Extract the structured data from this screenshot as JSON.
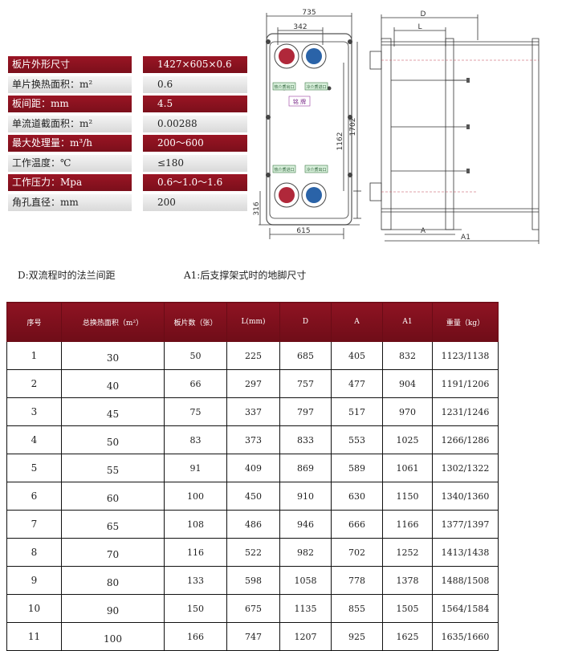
{
  "specs": [
    {
      "label": "板片外形尺寸",
      "value": "1427×605×0.6",
      "style": "red"
    },
    {
      "label": "单片换热面积：m²",
      "value": "0.6",
      "style": "gray"
    },
    {
      "label": "板间距：mm",
      "value": "4.5",
      "style": "red"
    },
    {
      "label": "单流道截面积：m²",
      "value": "0.00288",
      "style": "gray"
    },
    {
      "label": "最大处理量：m³/h",
      "value": "200～600",
      "style": "red"
    },
    {
      "label": "工作温度：℃",
      "value": "≤180",
      "style": "gray"
    },
    {
      "label": "工作压力：Mpa",
      "value": "0.6～1.0～1.6",
      "style": "red"
    },
    {
      "label": "角孔直径：mm",
      "value": "200",
      "style": "gray"
    }
  ],
  "notes": {
    "d_note": "D:双流程时的法兰间距",
    "a1_note": "A1:后支撑架式时的地脚尺寸"
  },
  "drawing": {
    "dim_735": "735",
    "dim_342": "342",
    "dim_1162": "1162",
    "dim_1702": "1702",
    "dim_316": "316",
    "dim_615": "615",
    "nameplate": "铭 牌",
    "port_labels": [
      "热介质出口",
      "冷介质进口",
      "热介质进口",
      "冷介质出口"
    ],
    "side_D": "D",
    "side_L": "L",
    "side_A": "A",
    "side_A1": "A1"
  },
  "table": {
    "headers": [
      "序号",
      "总换热面积（m²）",
      "板片数（张）",
      "L(mm)",
      "D",
      "A",
      "A1",
      "重量（kg）"
    ],
    "rows": [
      [
        "1",
        "30",
        "50",
        "225",
        "685",
        "405",
        "832",
        "1123/1138"
      ],
      [
        "2",
        "40",
        "66",
        "297",
        "757",
        "477",
        "904",
        "1191/1206"
      ],
      [
        "3",
        "45",
        "75",
        "337",
        "797",
        "517",
        "970",
        "1231/1246"
      ],
      [
        "4",
        "50",
        "83",
        "373",
        "833",
        "553",
        "1025",
        "1266/1286"
      ],
      [
        "5",
        "55",
        "91",
        "409",
        "869",
        "589",
        "1061",
        "1302/1322"
      ],
      [
        "6",
        "60",
        "100",
        "450",
        "910",
        "630",
        "1150",
        "1340/1360"
      ],
      [
        "7",
        "65",
        "108",
        "486",
        "946",
        "666",
        "1166",
        "1377/1397"
      ],
      [
        "8",
        "70",
        "116",
        "522",
        "982",
        "702",
        "1252",
        "1413/1438"
      ],
      [
        "9",
        "80",
        "133",
        "598",
        "1058",
        "778",
        "1378",
        "1488/1508"
      ],
      [
        "10",
        "90",
        "150",
        "675",
        "1135",
        "855",
        "1505",
        "1564/1584"
      ],
      [
        "11",
        "100",
        "166",
        "747",
        "1207",
        "925",
        "1625",
        "1635/1660"
      ]
    ]
  }
}
